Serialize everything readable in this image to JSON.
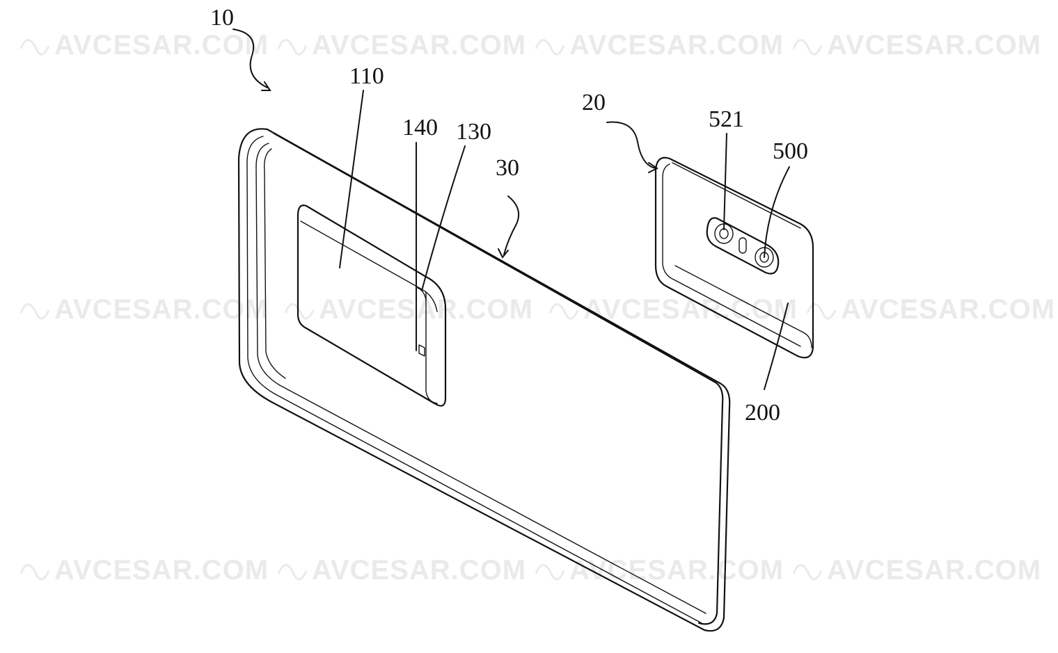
{
  "watermark": {
    "text": "AVCESAR.COM",
    "color": "#d9d9d9"
  },
  "labels": {
    "ref_10": "10",
    "ref_110": "110",
    "ref_140": "140",
    "ref_130": "130",
    "ref_30": "30",
    "ref_20": "20",
    "ref_521": "521",
    "ref_500": "500",
    "ref_200": "200"
  },
  "colors": {
    "ink": "#111111",
    "background": "#ffffff"
  }
}
